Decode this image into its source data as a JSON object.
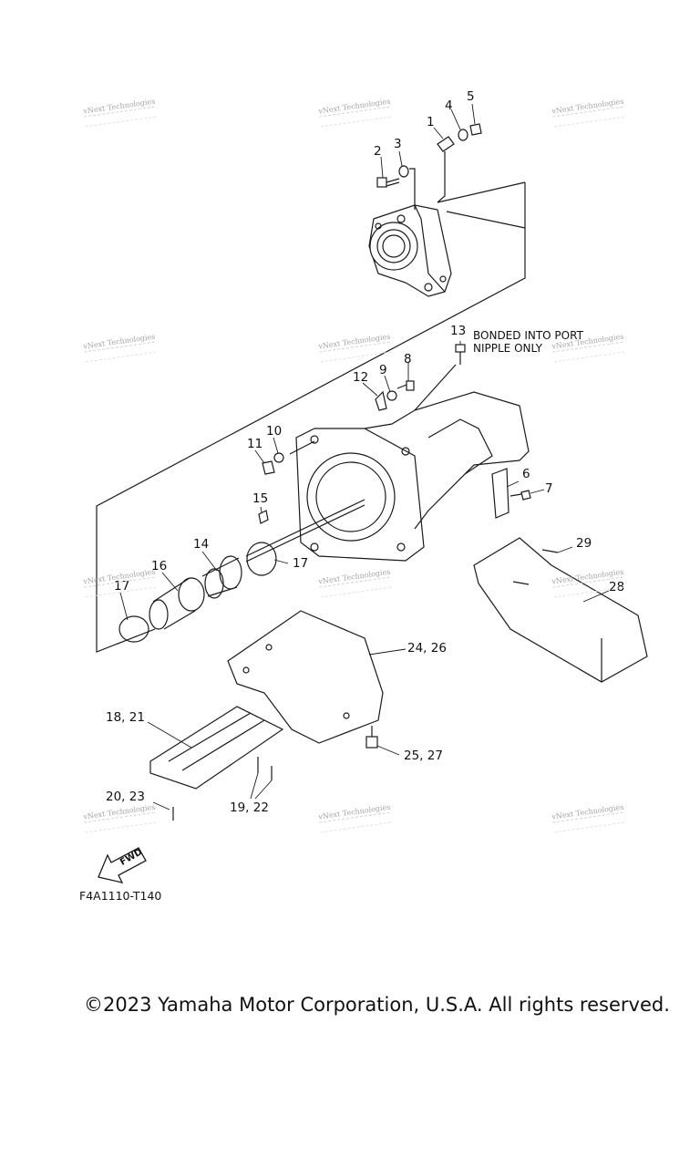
{
  "diagram": {
    "callouts": {
      "c1": "1",
      "c2": "2",
      "c3": "3",
      "c4": "4",
      "c5": "5",
      "c6": "6",
      "c7": "7",
      "c8": "8",
      "c9": "9",
      "c10": "10",
      "c11": "11",
      "c12": "12",
      "c13": "13",
      "c14": "14",
      "c15": "15",
      "c16": "16",
      "c17a": "17",
      "c17b": "17",
      "c18_21": "18, 21",
      "c19_22": "19, 22",
      "c20_23": "20, 23",
      "c24_26": "24, 26",
      "c25_27": "25, 27",
      "c28": "28",
      "c29": "29"
    },
    "note_line1": "BONDED INTO PORT",
    "note_line2": "NIPPLE ONLY",
    "fwd_label": "FWD",
    "figure_code": "F4A1110-T140"
  },
  "watermark": "vNext Technologies",
  "copyright": "©2023 Yamaha Motor Corporation, U.S.A. All rights reserved."
}
